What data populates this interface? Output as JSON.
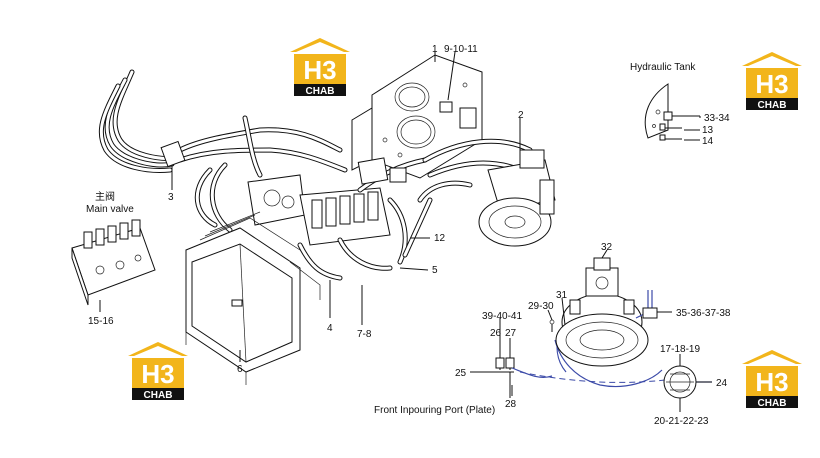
{
  "labels": {
    "n1": "1",
    "n9_10_11": "9-10-11",
    "n2": "2",
    "n3": "3",
    "n4": "4",
    "n5": "5",
    "n6": "6",
    "n7_8": "7-8",
    "n12": "12",
    "n13": "13",
    "n14": "14",
    "n15_16": "15-16",
    "n17_18_19": "17-18-19",
    "n20_21_22_23": "20-21-22-23",
    "n24": "24",
    "n25": "25",
    "n26": "26",
    "n27": "27",
    "n28": "28",
    "n29_30": "29-30",
    "n31": "31",
    "n32": "32",
    "n33_34": "33-34",
    "n35_38": "35-36-37-38",
    "n39_41": "39-40-41"
  },
  "captions": {
    "main_valve_cn": "主阀",
    "main_valve_en": "Main valve",
    "hydraulic_tank": "Hydraulic Tank",
    "front_port": "Front Inpouring Port (Plate)"
  },
  "logo": {
    "letters": "H3",
    "text": "CHAB",
    "color_accent": "#f2b51b",
    "color_bar": "#111111"
  },
  "colors": {
    "line_blue": "#3b4aa8"
  }
}
